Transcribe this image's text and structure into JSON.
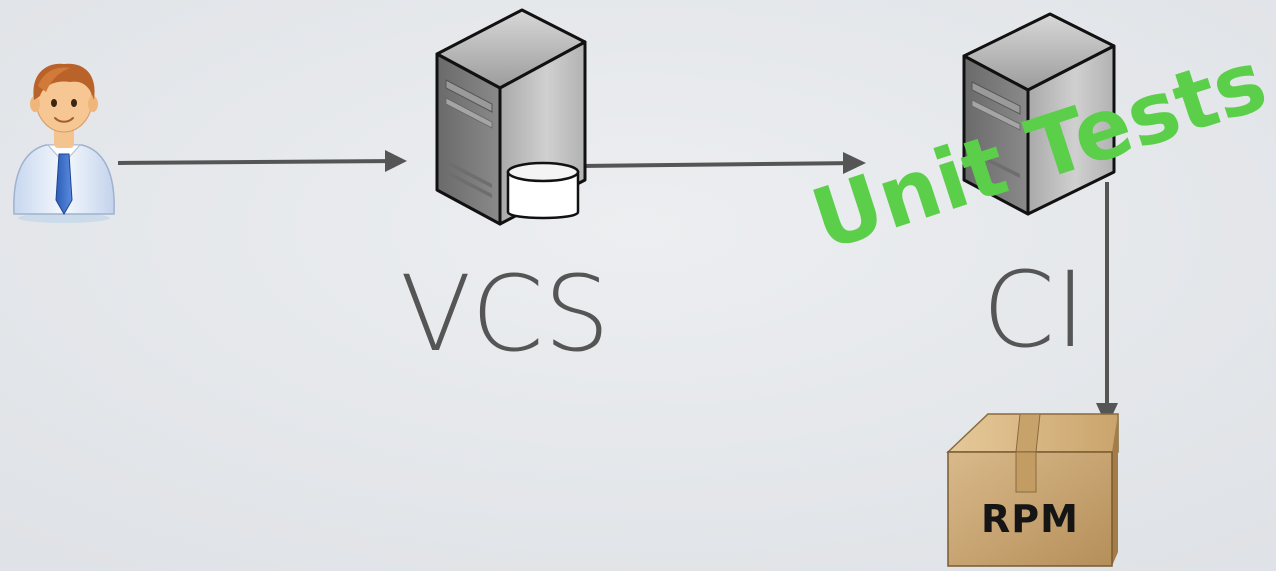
{
  "diagram": {
    "nodes": {
      "user": {
        "icon": "user-icon"
      },
      "vcs": {
        "label": "VCS",
        "icon": "server-with-database-icon"
      },
      "ci": {
        "label": "CI",
        "icon": "server-icon"
      },
      "package": {
        "label": "RPM",
        "icon": "package-box-icon"
      }
    },
    "annotation": {
      "text": "Unit Tests",
      "color": "#5ccf4a"
    },
    "edges": [
      {
        "from": "user",
        "to": "vcs"
      },
      {
        "from": "vcs",
        "to": "ci"
      },
      {
        "from": "ci",
        "to": "package"
      }
    ]
  },
  "colors": {
    "background": "#e6e8eb",
    "arrow": "#555555",
    "label": "#555555"
  }
}
